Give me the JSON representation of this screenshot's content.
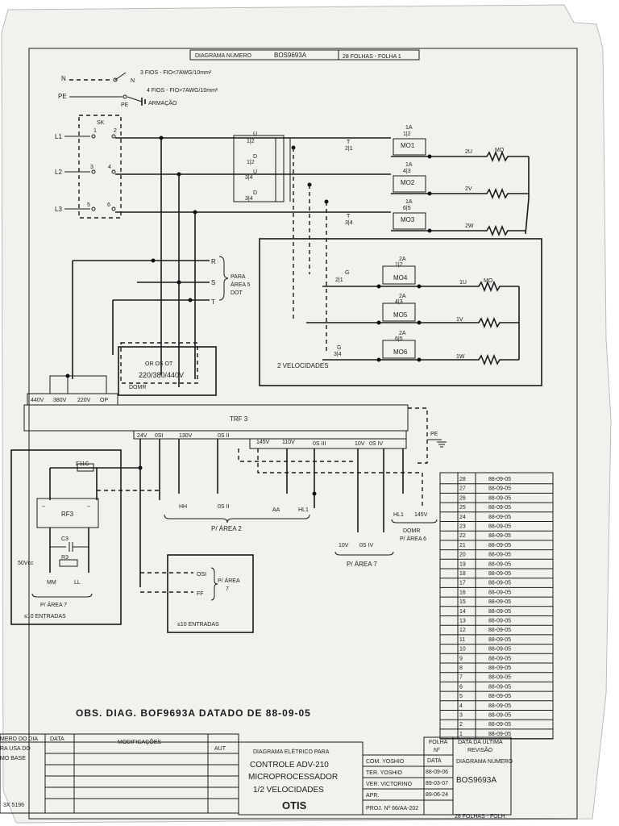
{
  "header": {
    "diagram_label": "DIAGRAMA NÚMERO",
    "diagram_number": "BOS9693A",
    "sheets": "28 FOLHAS - FOLHA 1"
  },
  "supply": {
    "n": "N",
    "pe": "PE",
    "note_3_wires": "3 FIOS - FIO<7AWG/10mm²",
    "note_4_wires": "4 FIOS - FIO>7AWG/10mm²",
    "ground_label": "ARMAÇÃO",
    "phases": [
      "L1",
      "L2",
      "L3"
    ],
    "switch": "SK",
    "terminals": [
      "1",
      "2",
      "3",
      "4",
      "5",
      "6"
    ]
  },
  "contactors": {
    "u": "U",
    "d": "D",
    "t": "T",
    "g": "G",
    "c12": "1|2",
    "c34": "3|4",
    "c21": "2|1",
    "a1": "1A",
    "a2": "2A",
    "aux": [
      "1|2",
      "4|3",
      "6|5"
    ]
  },
  "motors": {
    "top": [
      "MO1",
      "MO2",
      "MO3"
    ],
    "bottom": [
      "MO4",
      "MO5",
      "MO6"
    ],
    "top_terms": [
      "2U",
      "2V",
      "2W"
    ],
    "bottom_terms": [
      "1U",
      "1V",
      "1W"
    ],
    "motor_label": "MO"
  },
  "rst": {
    "labels": [
      "R",
      "S",
      "T"
    ],
    "note": [
      "PARA",
      "ÁREA 5",
      "DOT"
    ]
  },
  "two_speed": "2 VELOCIDADES",
  "domr": {
    "terms": "OR  OS  OT",
    "voltages": "220/380/440V",
    "name": "DOMR"
  },
  "tap_labels": [
    "440V",
    "380V",
    "220V",
    "OP"
  ],
  "transformer": {
    "name": "TRF 3",
    "taps_left": [
      "24V",
      "0SI",
      "130V",
      "0S II"
    ],
    "taps_right": [
      "145V",
      "110V",
      "0S III",
      "10V",
      "0S IV"
    ],
    "pe": "PE"
  },
  "area2": {
    "labels": [
      "HH",
      "0S II",
      "AA",
      "HL1"
    ],
    "caption": "P/ ÁREA 2"
  },
  "area6": {
    "labels": [
      "HL1",
      "145V"
    ],
    "caption": [
      "DOMR",
      "P/ ÁREA 6"
    ]
  },
  "area7": {
    "labels": [
      "10V",
      "0S IV"
    ],
    "caption": "P/ ÁREA 7"
  },
  "left_block": {
    "fuse": "F11C",
    "rect": "RF3",
    "cap": "C3",
    "res": "R3",
    "volt": "50Vcc",
    "outs": [
      "MM",
      "LL"
    ],
    "caption1": "P/ ÁREA 7",
    "caption2": "≤10 ENTRADAS"
  },
  "mid_block": {
    "labels": [
      "OSI",
      "FF"
    ],
    "note": [
      "P/ ÁREA",
      "7"
    ],
    "caption": "≤10 ENTRADAS"
  },
  "revisions": {
    "numbers": [
      "28",
      "27",
      "26",
      "25",
      "24",
      "23",
      "22",
      "21",
      "20",
      "19",
      "18",
      "17",
      "16",
      "15",
      "14",
      "13",
      "12",
      "11",
      "10",
      "9",
      "8",
      "7",
      "6",
      "5",
      "4",
      "3",
      "2",
      "1"
    ],
    "date": "88-09-05",
    "folha": "FOLHA",
    "no": "Nº",
    "date_last": "DATA DA ÚLTIMA",
    "revisao": "REVISÃO"
  },
  "obs": "OBS. DIAG. BOF9693A DATADO DE 88-09-05",
  "title_block": {
    "col1": [
      "MERO DO DIA",
      "RA USA DO",
      "MO  BASE"
    ],
    "col_data": "DATA",
    "col_mod": "MODIFICAÇÕES",
    "col_aut": "AUT",
    "diag_label": "DIAGRAMA ELÉTRICO PARA",
    "title1": "CONTROLE ADV-210",
    "title2": "MICROPROCESSADOR",
    "title3": "1/2 VELOCIDADES",
    "brand": "OTIS",
    "people": [
      "COM. YOSHIO",
      "TER. YOSHIO",
      "VER. VICTORINO",
      "APR.",
      "PROJ. Nº 66/AA-202"
    ],
    "dates": [
      "DATA",
      "88-09-06",
      "89-03-07",
      "89-06-24"
    ],
    "diag_num_label": "DIAGRAMA NÚMERO",
    "diag_num": "BOS9693A",
    "sheets": "28 FOLHAS - FOLH",
    "form": "3X 5196"
  }
}
